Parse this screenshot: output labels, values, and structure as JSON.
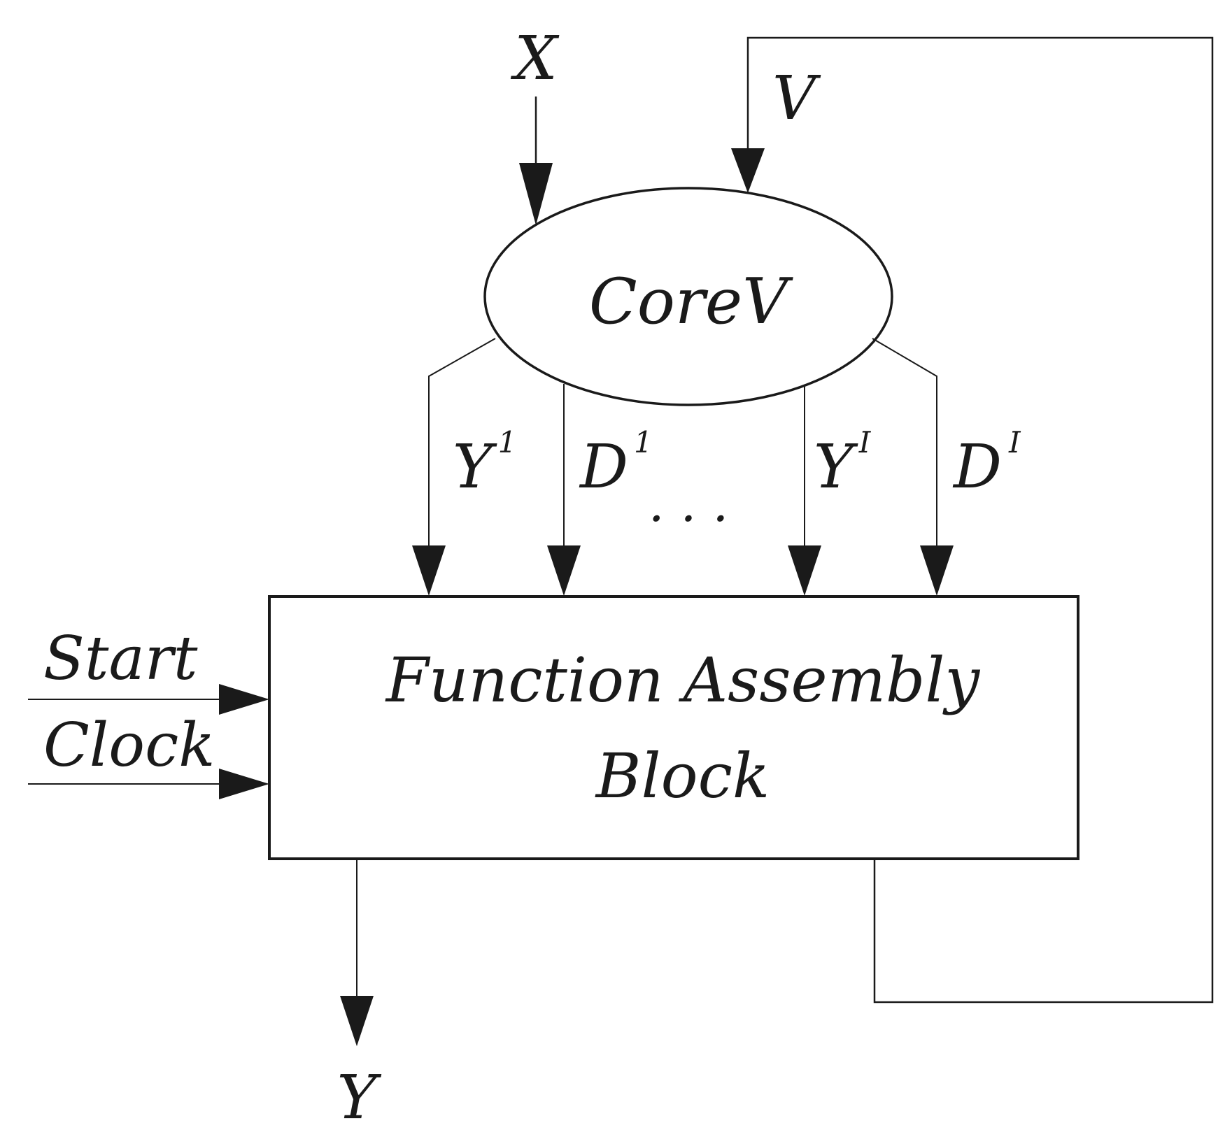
{
  "inputs": {
    "x": "X",
    "v": "V",
    "start": "Start",
    "clock": "Clock"
  },
  "core": {
    "label": "CoreV"
  },
  "signals": {
    "y1_base": "Y",
    "y1_sup": "1",
    "d1_base": "D",
    "d1_sup": "1",
    "yi_base": "Y",
    "yi_sup": "I",
    "di_base": "D",
    "di_sup": "I",
    "ellipsis": ". . ."
  },
  "block": {
    "line1": "Function Assembly",
    "line2": "Block"
  },
  "output": {
    "y": "Y"
  }
}
